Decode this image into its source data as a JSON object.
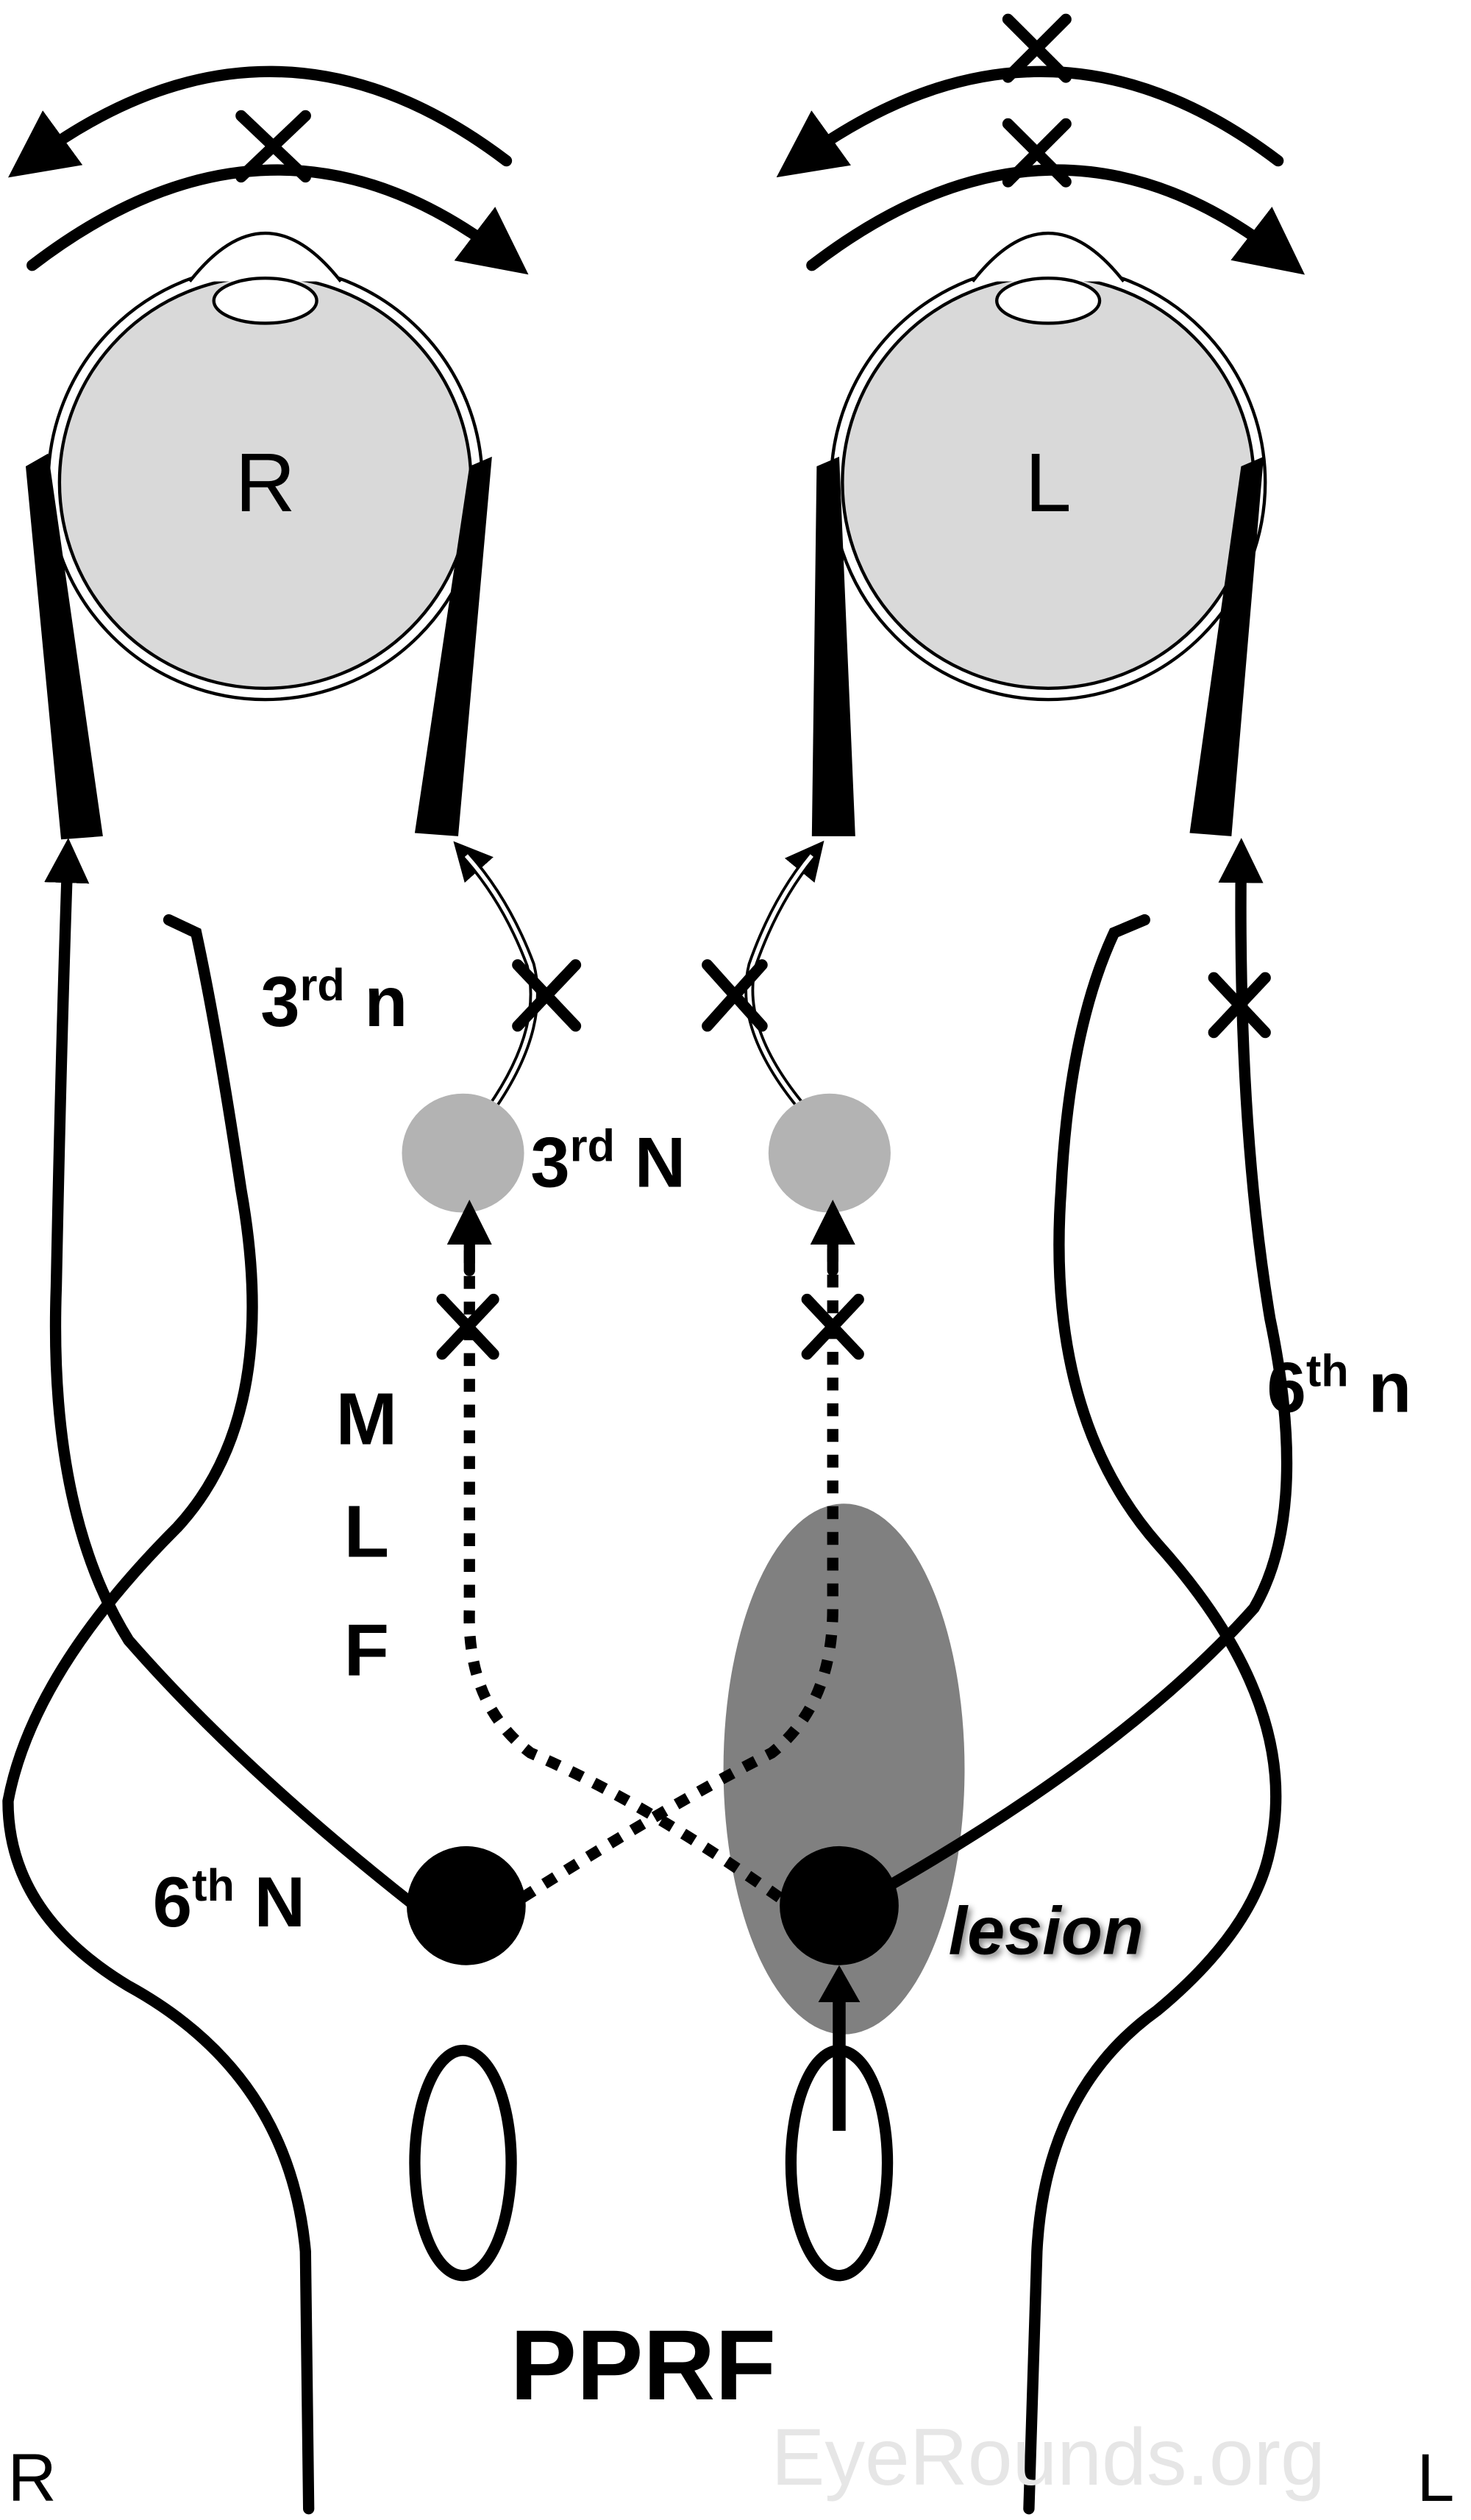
{
  "eyes": {
    "right": "R",
    "left": "L"
  },
  "labels": {
    "third_nerve": {
      "base": "3",
      "sup": "rd",
      "suffix": " n"
    },
    "third_nucleus": {
      "base": "3",
      "sup": "rd",
      "suffix": " N"
    },
    "sixth_nerve": {
      "base": "6",
      "sup": "th",
      "suffix": " n"
    },
    "sixth_nucleus": {
      "base": "6",
      "sup": "th",
      "suffix": " N"
    },
    "mlf": [
      "M",
      "L",
      "F"
    ],
    "lesion": "lesion",
    "pprf": "PPRF"
  },
  "sides": {
    "right": "R",
    "left": "L"
  },
  "watermark": "EyeRounds.org",
  "colors": {
    "eye_fill": "#d9d9d9",
    "nucleus_gray": "#b3b3b3",
    "lesion_fill": "#808080"
  }
}
